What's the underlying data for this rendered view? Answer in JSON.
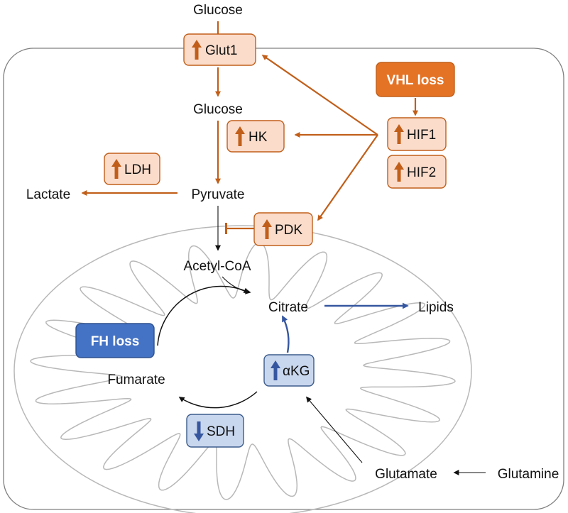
{
  "colors": {
    "orange": "#e57325",
    "orange_dark": "#c15f1a",
    "orange_light": "#fbdccb",
    "blue": "#4472c4",
    "blue_dark": "#2f528f",
    "blue_light": "#c9d7ee",
    "blue_arrow": "#3657a0"
  },
  "labels": {
    "glucose_outside": "Glucose",
    "glucose_inside": "Glucose",
    "pyruvate": "Pyruvate",
    "lactate": "Lactate",
    "acetyl_coa": "Acetyl-CoA",
    "citrate": "Citrate",
    "lipids": "Lipids",
    "fumarate": "Fumarate",
    "glutamate": "Glutamate",
    "glutamine": "Glutamine"
  },
  "boxes": {
    "glut1": {
      "text": "Glut1",
      "arrow": "up"
    },
    "hk": {
      "text": "HK",
      "arrow": "up"
    },
    "ldh": {
      "text": "LDH",
      "arrow": "up"
    },
    "pdk": {
      "text": "PDK",
      "arrow": "up"
    },
    "hif1": {
      "text": "HIF1",
      "arrow": "up"
    },
    "hif2": {
      "text": "HIF2",
      "arrow": "up"
    },
    "akg": {
      "text": "αKG",
      "arrow": "up"
    },
    "sdh": {
      "text": "SDH",
      "arrow": "down"
    }
  },
  "mutations": {
    "vhl": "VHL loss",
    "fh": "FH loss"
  }
}
